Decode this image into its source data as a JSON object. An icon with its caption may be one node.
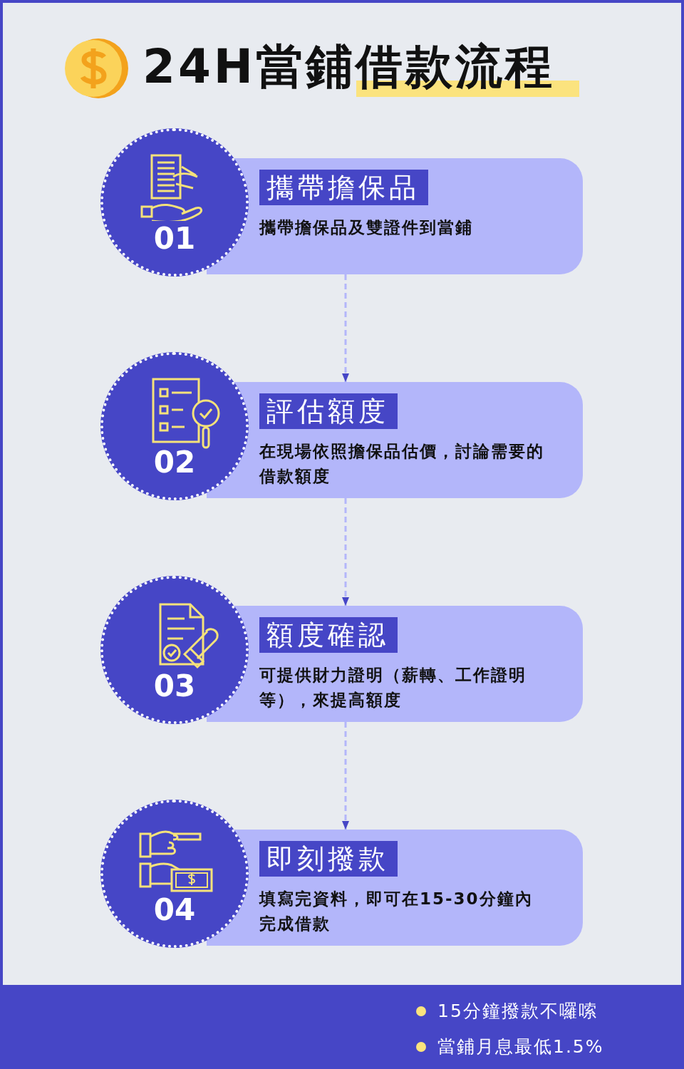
{
  "diagram": {
    "title": "24H當鋪借款流程",
    "nodes": [
      {
        "text": [
          "01"
        ]
      },
      {
        "text": [
          "攜帶擔保品",
          "攜帶擔保品及雙證件到當鋪"
        ]
      },
      {
        "text": [
          "02"
        ]
      },
      {
        "text": [
          "評估額度",
          "在現場依照擔保品估價，討論需要的借款額度"
        ]
      },
      {
        "text": [
          "03"
        ]
      },
      {
        "text": [
          "額度確認",
          "可提供財力證明（薪轉、工作證明等），來提高額度"
        ]
      },
      {
        "text": [
          "04"
        ]
      },
      {
        "text": [
          "即刻撥款",
          "填寫完資料，即可在15-30分鐘內完成借款"
        ]
      }
    ],
    "edges": [
      {
        "from": 1,
        "to": 3,
        "arrow": "to",
        "style": "dashed"
      },
      {
        "from": 3,
        "to": 5,
        "arrow": "to",
        "style": "dashed"
      },
      {
        "from": 5,
        "to": 7,
        "arrow": "to",
        "style": "dashed"
      }
    ],
    "labels": [
      "15分鐘撥款不囉嗦",
      "當鋪月息最低1.5%"
    ]
  }
}
